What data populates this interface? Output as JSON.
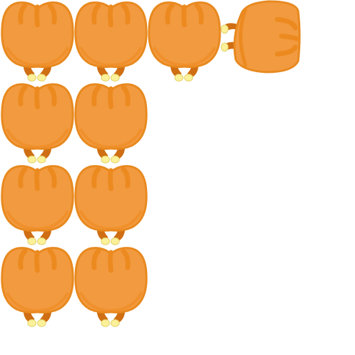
{
  "sprite_sheet": {
    "sprite_icon": "orange-creature-sprite-icon",
    "colors": {
      "background": "#ffffff",
      "body_fill": "#f29a3f",
      "body_outline": "#e8891f",
      "body_stripe": "#ec8a20",
      "leg": "#cf6e12",
      "foot": "#fbf19a",
      "foot_outline": "#e3d26a"
    },
    "frames": [
      {
        "id": "frame-row1-col1",
        "row": 1,
        "col": 1,
        "pose": "front"
      },
      {
        "id": "frame-row1-col2",
        "row": 1,
        "col": 2,
        "pose": "front"
      },
      {
        "id": "frame-row1-col3",
        "row": 1,
        "col": 3,
        "pose": "front"
      },
      {
        "id": "frame-row1-col4",
        "row": 1,
        "col": 4,
        "pose": "side"
      },
      {
        "id": "frame-row2-col1",
        "row": 2,
        "col": 1,
        "pose": "front"
      },
      {
        "id": "frame-row2-col2",
        "row": 2,
        "col": 2,
        "pose": "front"
      },
      {
        "id": "frame-row3-col1",
        "row": 3,
        "col": 1,
        "pose": "front"
      },
      {
        "id": "frame-row3-col2",
        "row": 3,
        "col": 2,
        "pose": "front"
      },
      {
        "id": "frame-row4-col1",
        "row": 4,
        "col": 1,
        "pose": "front"
      },
      {
        "id": "frame-row4-col2",
        "row": 4,
        "col": 2,
        "pose": "front"
      }
    ]
  }
}
